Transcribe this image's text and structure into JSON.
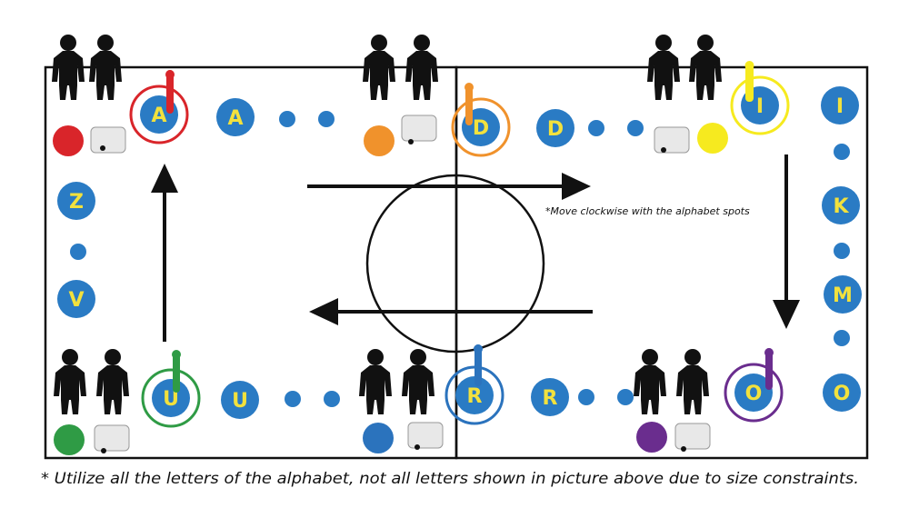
{
  "colors": {
    "spot_blue": "#2a7bc4",
    "spot_letter": "#f2e13d",
    "ink": "#111111",
    "red": "#d9252a",
    "orange": "#f0922c",
    "yellow": "#f6ea1f",
    "green": "#2f9b45",
    "blue": "#2b73bd",
    "purple": "#6a2d8e",
    "paper": "#e8e8e8"
  },
  "stations": [
    {
      "key": "a",
      "letter": "A",
      "color": "red"
    },
    {
      "key": "d",
      "letter": "D",
      "color": "orange"
    },
    {
      "key": "i",
      "letter": "I",
      "color": "yellow"
    },
    {
      "key": "u",
      "letter": "U",
      "color": "green"
    },
    {
      "key": "r",
      "letter": "R",
      "color": "blue"
    },
    {
      "key": "o",
      "letter": "O",
      "color": "purple"
    }
  ],
  "spot_letters": {
    "a": "A",
    "d": "D",
    "i": "I",
    "k": "K",
    "m": "M",
    "o": "O",
    "u": "U",
    "r": "R",
    "z": "Z",
    "v": "V"
  },
  "note": "*Move clockwise with the alphabet spots",
  "footnote": "* Utilize all the letters of the alphabet, not all letters shown in picture above due to size constraints."
}
